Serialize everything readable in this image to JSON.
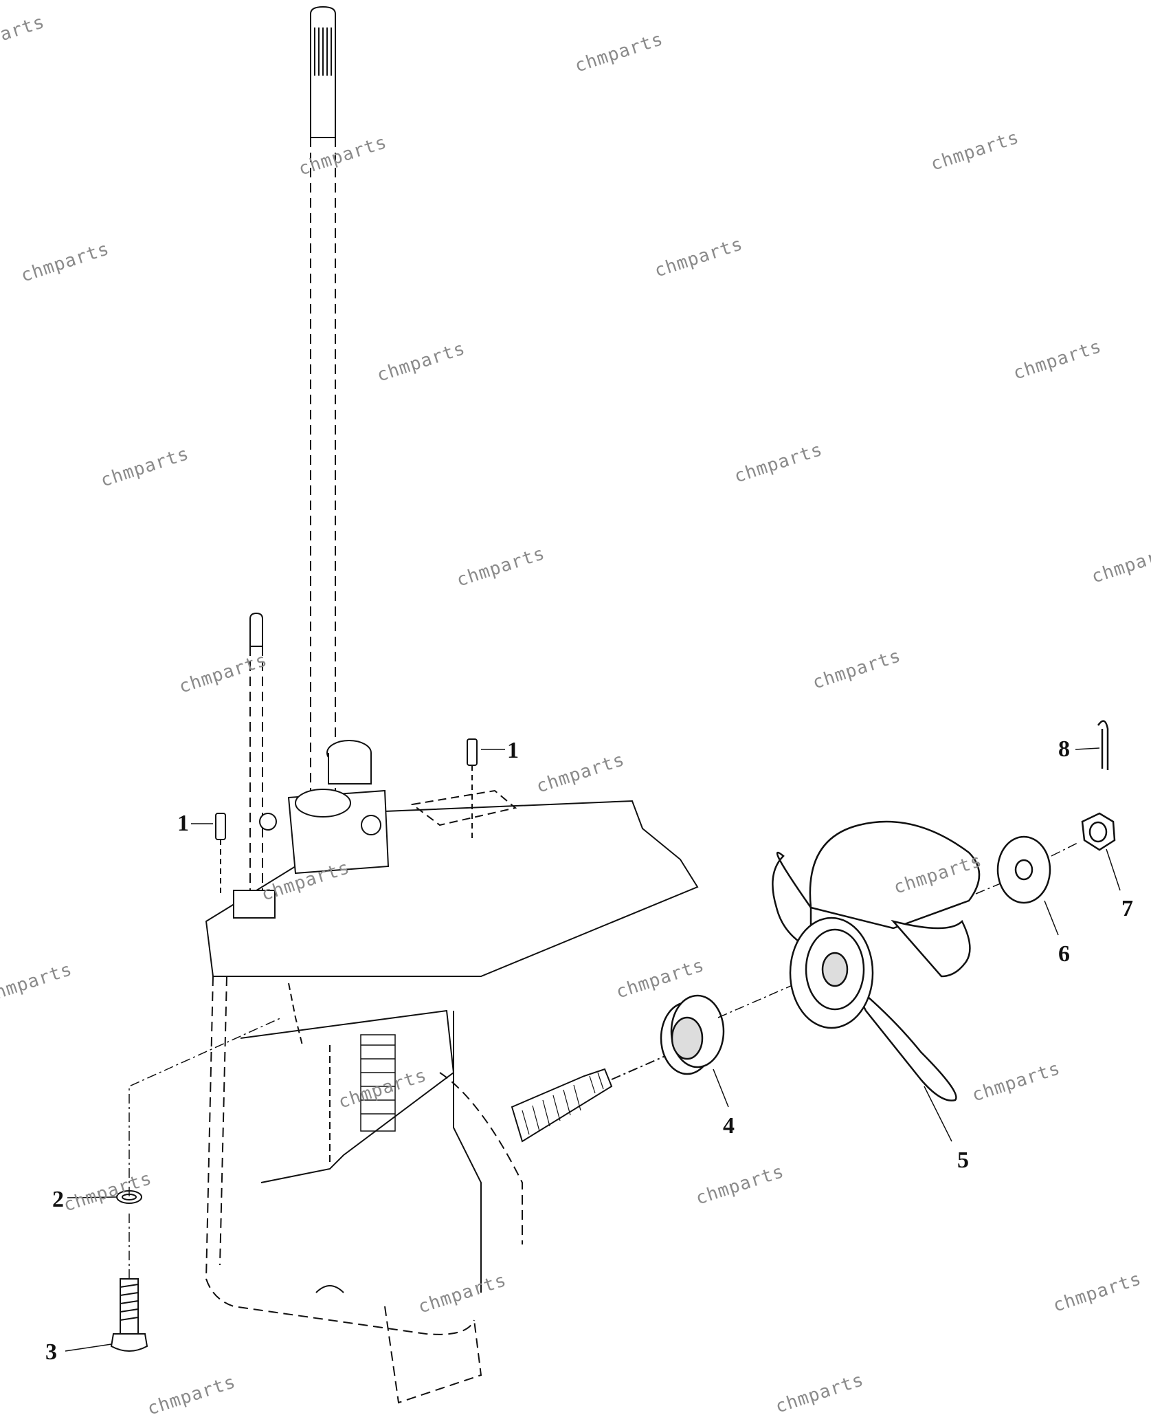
{
  "watermark": {
    "text": "chmparts",
    "color": "#8a8a8a"
  },
  "callouts": [
    {
      "id": "pin-right",
      "number": "1"
    },
    {
      "id": "pin-left",
      "number": "1"
    },
    {
      "id": "washer-small",
      "number": "2"
    },
    {
      "id": "bolt",
      "number": "3"
    },
    {
      "id": "thrust-hub",
      "number": "4"
    },
    {
      "id": "propeller",
      "number": "5"
    },
    {
      "id": "washer-large",
      "number": "6"
    },
    {
      "id": "castle-nut",
      "number": "7"
    },
    {
      "id": "cotter-pin",
      "number": "8"
    }
  ],
  "colors": {
    "line": "#111111",
    "background": "#ffffff"
  }
}
